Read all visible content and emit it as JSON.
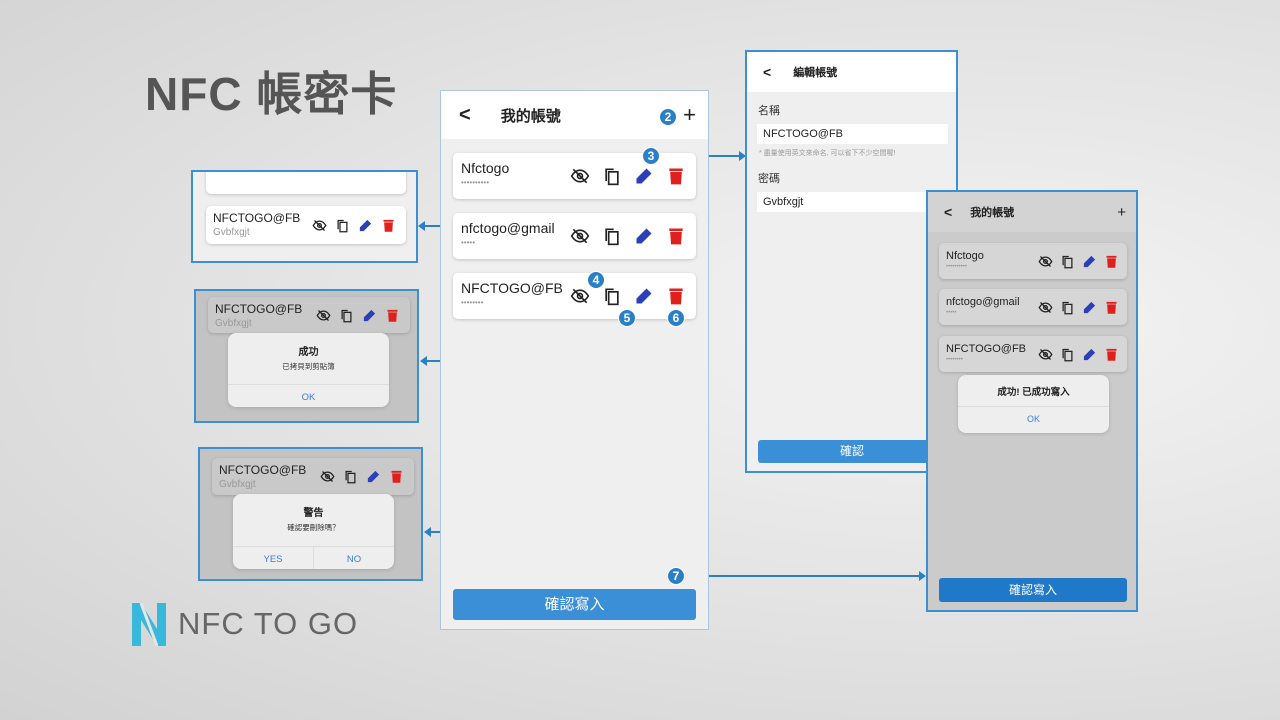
{
  "title": "NFC 帳密卡",
  "logo_text": "NFC TO GO",
  "colors": {
    "accent": "#2b7fc7",
    "button": "#3a8fd6",
    "delete": "#e0201c",
    "edit": "#2a3fb8"
  },
  "main": {
    "back": "<",
    "title": "我的帳號",
    "add": "+",
    "confirm": "確認寫入",
    "accounts": [
      {
        "name": "Nfctogo",
        "password": "••••••••••"
      },
      {
        "name": "nfctogo@gmail",
        "password": "•••••"
      },
      {
        "name": "NFCTOGO@FB",
        "password": "••••••••"
      }
    ]
  },
  "edit": {
    "back": "<",
    "title": "編輯帳號",
    "name_label": "名稱",
    "name_value": "NFCTOGO@FB",
    "hint": "* 盡量使用英文來命名, 可以省下不少空間喔!",
    "pw_label": "密碼",
    "pw_value": "Gvbfxgjt",
    "confirm": "確認"
  },
  "reveal": {
    "name": "NFCTOGO@FB",
    "password": "Gvbfxgjt"
  },
  "copy_dialog": {
    "title": "成功",
    "message": "已拷貝到剪貼簿",
    "ok": "OK"
  },
  "delete_dialog": {
    "title": "警告",
    "message": "確認要刪除嗎？",
    "yes": "YES",
    "no": "NO"
  },
  "write": {
    "back": "<",
    "title": "我的帳號",
    "add": "+",
    "message": "成功! 已成功寫入",
    "ok": "OK",
    "confirm": "確認寫入"
  },
  "steps": [
    "2",
    "3",
    "4",
    "5",
    "6",
    "7"
  ]
}
